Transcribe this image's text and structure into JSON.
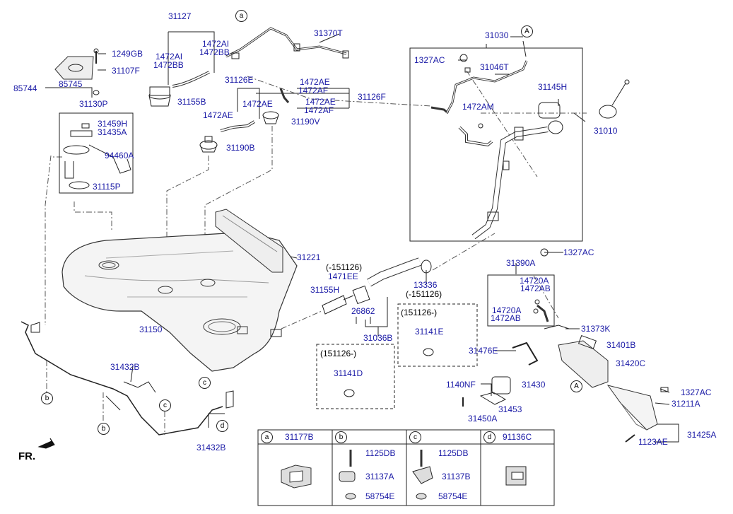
{
  "labels": {
    "p31127": "31127",
    "p1472AI_a": "1472AI",
    "p1472BB_a": "1472BB",
    "p1472AI_b": "1472AI",
    "p1472BB_b": "1472BB",
    "p31155B": "31155B",
    "p31370T": "31370T",
    "p31126E": "31126E",
    "p1472AE_1": "1472AE",
    "p1472AF_1": "1472AF",
    "p1472AE_2": "1472AE",
    "p1472AF_2": "1472AF",
    "p31126F": "31126F",
    "p1472AE_3": "1472AE",
    "p1472AE_4": "1472AE",
    "p31190V": "31190V",
    "p31190B": "31190B",
    "p1249GB": "1249GB",
    "p31107F": "31107F",
    "p85744": "85744",
    "p85745": "85745",
    "p31130P": "31130P",
    "p31459H": "31459H",
    "p31435A": "31435A",
    "p94460A": "94460A",
    "p31115P": "31115P",
    "p31030": "31030",
    "p1327AC_1": "1327AC",
    "p31046T": "31046T",
    "p31145H": "31145H",
    "p1472AM": "1472AM",
    "p31010": "31010",
    "p1327AC_2": "1327AC",
    "p31221": "31221",
    "p151126a": "(-151126)",
    "p1471EE": "1471EE",
    "p31155H": "31155H",
    "p26862": "26862",
    "p13336": "13336",
    "p151126b": "(-151126)",
    "p151126c": "(151126-)",
    "p31141E": "31141E",
    "p31036B": "31036B",
    "p151126d": "(151126-)",
    "p31141D": "31141D",
    "p31150": "31150",
    "p31390A": "31390A",
    "p14720A_1": "14720A",
    "p1472AB_1": "1472AB",
    "p14720A_2": "14720A",
    "p1472AB_2": "1472AB",
    "p31373K": "31373K",
    "p31401B": "31401B",
    "p31476E": "31476E",
    "p31420C": "31420C",
    "p31430": "31430",
    "p1140NF": "1140NF",
    "p31453": "31453",
    "p31450A": "31450A",
    "p1327AC_3": "1327AC",
    "p31211A": "31211A",
    "p31425A": "31425A",
    "p1123AE": "1123AE",
    "p31432B_1": "31432B",
    "p31432B_2": "31432B"
  },
  "callouts": {
    "a": "a",
    "A": "A",
    "b": "b",
    "c": "c",
    "d": "d"
  },
  "legend": {
    "a_letter": "a",
    "a_part": "31177B",
    "b_letter": "b",
    "c_letter": "c",
    "d_letter": "d",
    "d_part": "91136C",
    "b_1": "1125DB",
    "b_2": "31137A",
    "b_3": "58754E",
    "c_1": "1125DB",
    "c_2": "31137B",
    "c_3": "58754E"
  },
  "direction": "FR."
}
